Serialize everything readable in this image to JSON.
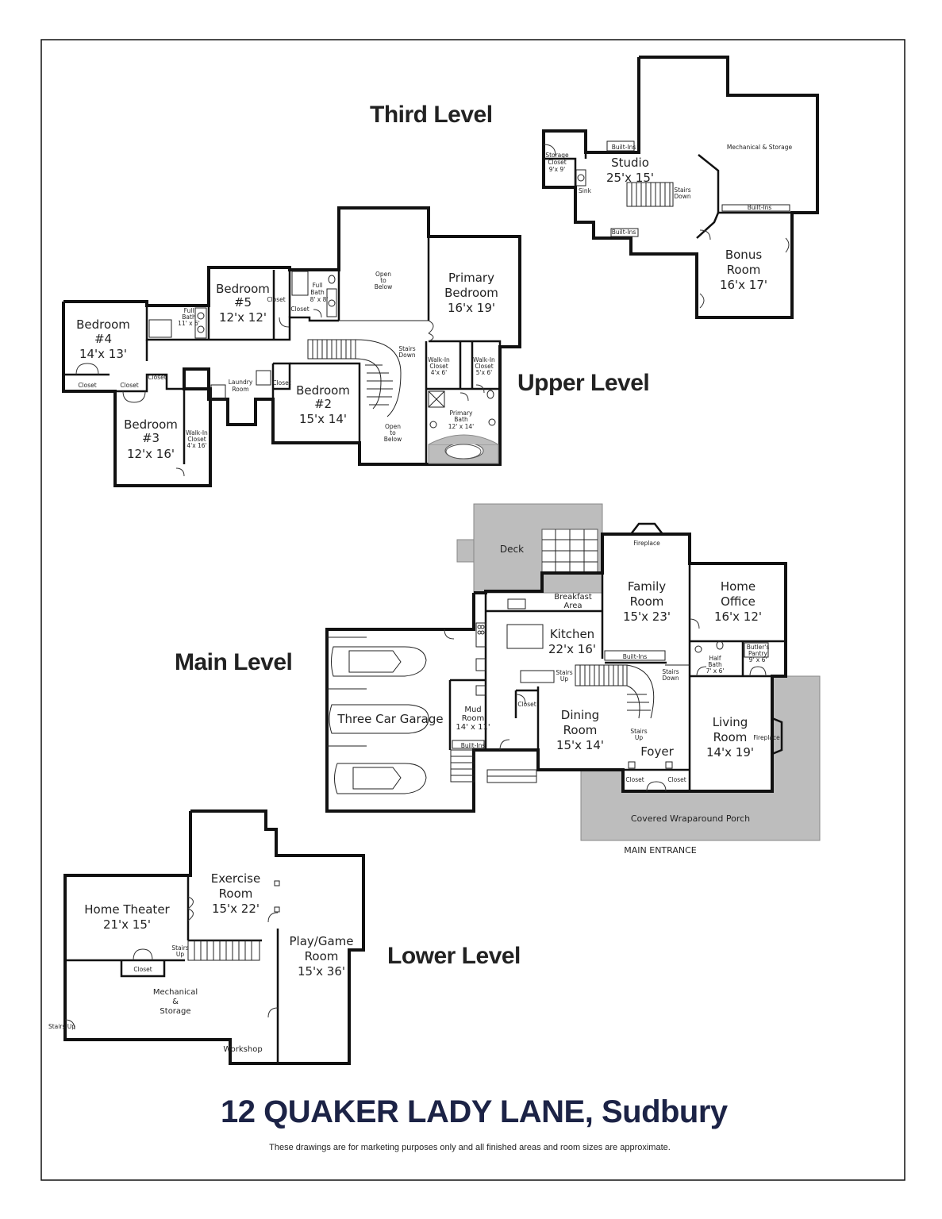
{
  "levels": {
    "third": "Third Level",
    "upper": "Upper Level",
    "main": "Main Level",
    "lower": "Lower Level"
  },
  "address": "12 QUAKER LADY LANE,  Sudbury",
  "disclaimer": "These drawings are for marketing purposes only and all finished areas and room sizes are approximate.",
  "main_entrance": "MAIN ENTRANCE",
  "third_level": {
    "studio": [
      "Studio",
      "25'x 15'"
    ],
    "storage_closet": [
      "Storage",
      "Closet",
      "9'x 9'"
    ],
    "mechanical_storage": "Mechanical & Storage",
    "bonus_room": [
      "Bonus",
      "Room",
      "16'x 17'"
    ],
    "built_ins": "Built-Ins",
    "sink": "Sink",
    "stairs_down": [
      "Stairs",
      "Down"
    ]
  },
  "upper_level": {
    "primary_bedroom": [
      "Primary",
      "Bedroom",
      "16'x 19'"
    ],
    "bedroom5": [
      "Bedroom",
      "#5",
      "12'x 12'"
    ],
    "bedroom4": [
      "Bedroom",
      "#4",
      "14'x 13'"
    ],
    "bedroom3": [
      "Bedroom",
      "#3",
      "12'x 16'"
    ],
    "bedroom2": [
      "Bedroom",
      "#2",
      "15'x 14'"
    ],
    "full_bath_1": [
      "Full",
      "Bath",
      "8' x 8'"
    ],
    "full_bath_2": [
      "Full",
      "Bath",
      "11' x 6'"
    ],
    "primary_bath": [
      "Primary",
      "Bath",
      "12' x 14'"
    ],
    "walk_in_closet_a": [
      "Walk-In",
      "Closet",
      "4'x 6'"
    ],
    "walk_in_closet_b": [
      "Walk-In",
      "Closet",
      "5'x 6'"
    ],
    "walk_in_closet_c": [
      "Walk-In",
      "Closet",
      "4'x 16'"
    ],
    "laundry": [
      "Laundry",
      "Room"
    ],
    "closet": "Closet",
    "open_to_below": [
      "Open",
      "to",
      "Below"
    ],
    "stairs_down": [
      "Stairs",
      "Down"
    ]
  },
  "main_level": {
    "deck": "Deck",
    "breakfast": [
      "Breakfast",
      "Area"
    ],
    "fireplace": "Fireplace",
    "family_room": [
      "Family",
      "Room",
      "15'x 23'"
    ],
    "home_office": [
      "Home",
      "Office",
      "16'x 12'"
    ],
    "kitchen": [
      "Kitchen",
      "22'x 16'"
    ],
    "built_ins": "Built-Ins",
    "half_bath": [
      "Half",
      "Bath",
      "7' x 6'"
    ],
    "butlers_pantry": [
      "Butler's",
      "Pantry",
      "9' x 6'"
    ],
    "garage": "Three  Car Garage",
    "mud_room": [
      "Mud",
      "Room",
      "14' x 11'"
    ],
    "closet": "Closet",
    "dining_room": [
      "Dining",
      "Room",
      "15'x 14'"
    ],
    "foyer": "Foyer",
    "living_room": [
      "Living",
      "Room",
      "14'x 19'"
    ],
    "porch": "Covered Wraparound Porch",
    "stairs_up": [
      "Stairs",
      "Up"
    ],
    "stairs_down": [
      "Stairs",
      "Down"
    ]
  },
  "lower_level": {
    "exercise": [
      "Exercise",
      "Room",
      "15'x 22'"
    ],
    "home_theater": [
      "Home Theater",
      "21'x 15'"
    ],
    "play_game": [
      "Play/Game",
      "Room",
      "15'x 36'"
    ],
    "mechanical": [
      "Mechanical",
      "&",
      "Storage"
    ],
    "closet": "Closet",
    "workshop": "Workshop",
    "stairs_up": [
      "Stairs",
      "Up"
    ],
    "stairs_up_inline": "Stairs Up"
  }
}
